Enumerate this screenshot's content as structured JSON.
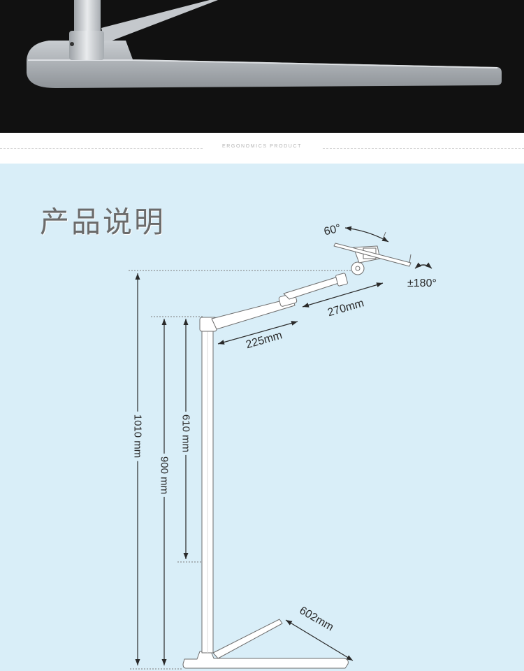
{
  "divider": {
    "text": "ERGONOMICS PRODUCT"
  },
  "section": {
    "title": "产品说明"
  },
  "dimensions": {
    "total_height": "1010 mm",
    "pole_height": "900 mm",
    "adjust_range": "610 mm",
    "lower_arm": "225mm",
    "upper_arm": "270mm",
    "base_length": "602mm",
    "tilt": "60°",
    "rotation": "±180°"
  },
  "colors": {
    "background": "#d9eef8",
    "hero": "#111111",
    "metal": "#c8ccd0",
    "line": "#2a2a2a"
  }
}
